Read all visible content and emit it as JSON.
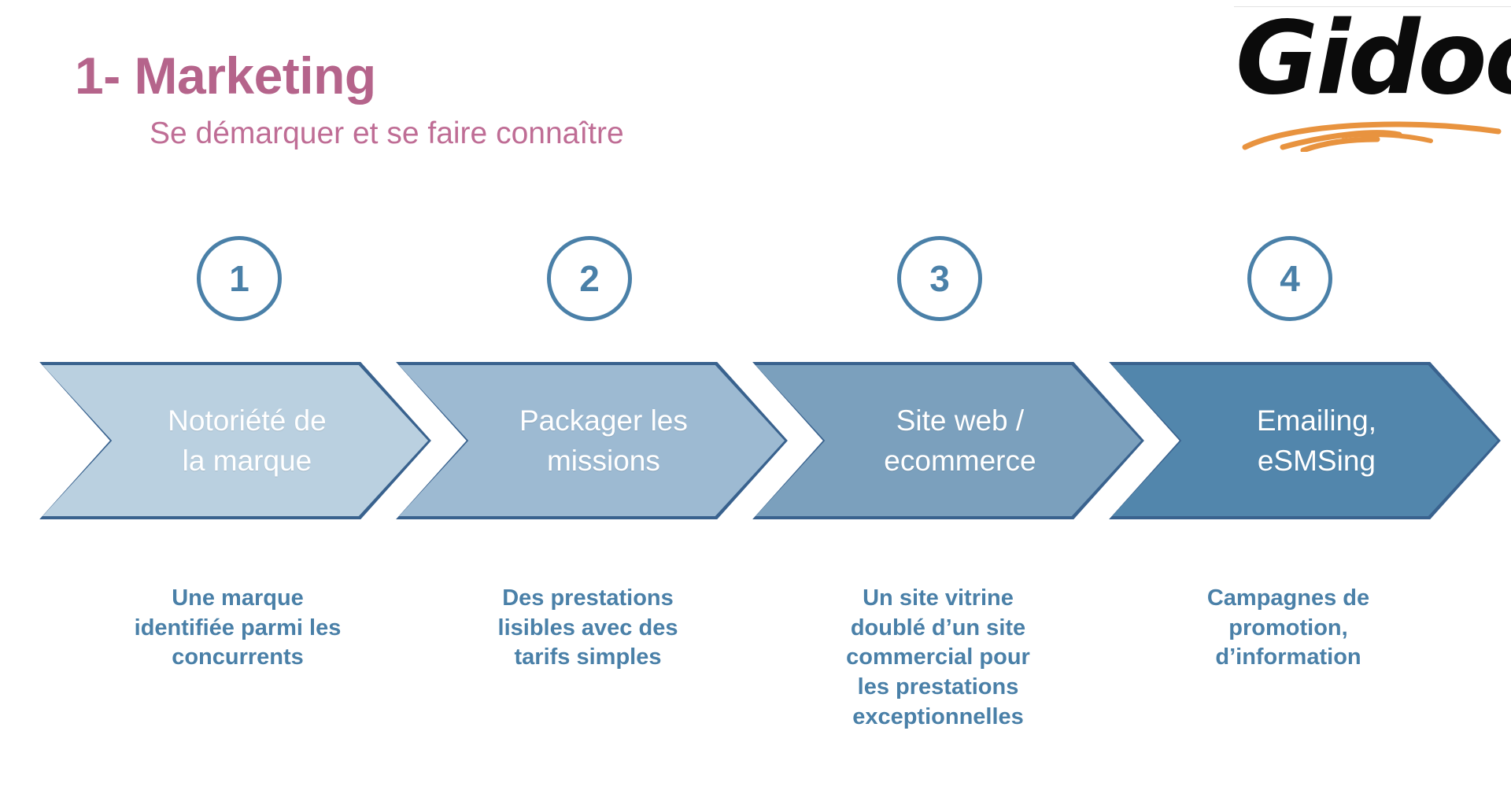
{
  "slide": {
    "title": "1- Marketing",
    "subtitle": "Se démarquer et se faire connaître",
    "title_color": "#b5648b",
    "accent_color": "#4a80a8",
    "background_color": "#ffffff"
  },
  "logo": {
    "wordmark": "Gidoo",
    "text_color": "#0b0b0b",
    "swoosh_color": "#e8933f",
    "swoosh_name": "orange-underline-swoosh"
  },
  "steps": [
    {
      "number": "1",
      "chevron_label": "Notoriété de\nla marque",
      "chevron_fill": "#bad0e0",
      "chevron_border": "#39628e",
      "caption": "Une marque\nidentifiée parmi les\nconcurrents"
    },
    {
      "number": "2",
      "chevron_label": "Packager les\nmissions",
      "chevron_fill": "#9dbad2",
      "chevron_border": "#39628e",
      "caption": "Des prestations\nlisibles avec des\ntarifs simples"
    },
    {
      "number": "3",
      "chevron_label": "Site web /\necommerce",
      "chevron_fill": "#7ba0bd",
      "chevron_border": "#39628e",
      "caption": "Un site vitrine\ndoublé d’un site\ncommercial pour\nles prestations\nexceptionnelles"
    },
    {
      "number": "4",
      "chevron_label": "Emailing,\neSMSing",
      "chevron_fill": "#5286ac",
      "chevron_border": "#39628e",
      "caption": "Campagnes de\npromotion,\nd’information"
    }
  ]
}
